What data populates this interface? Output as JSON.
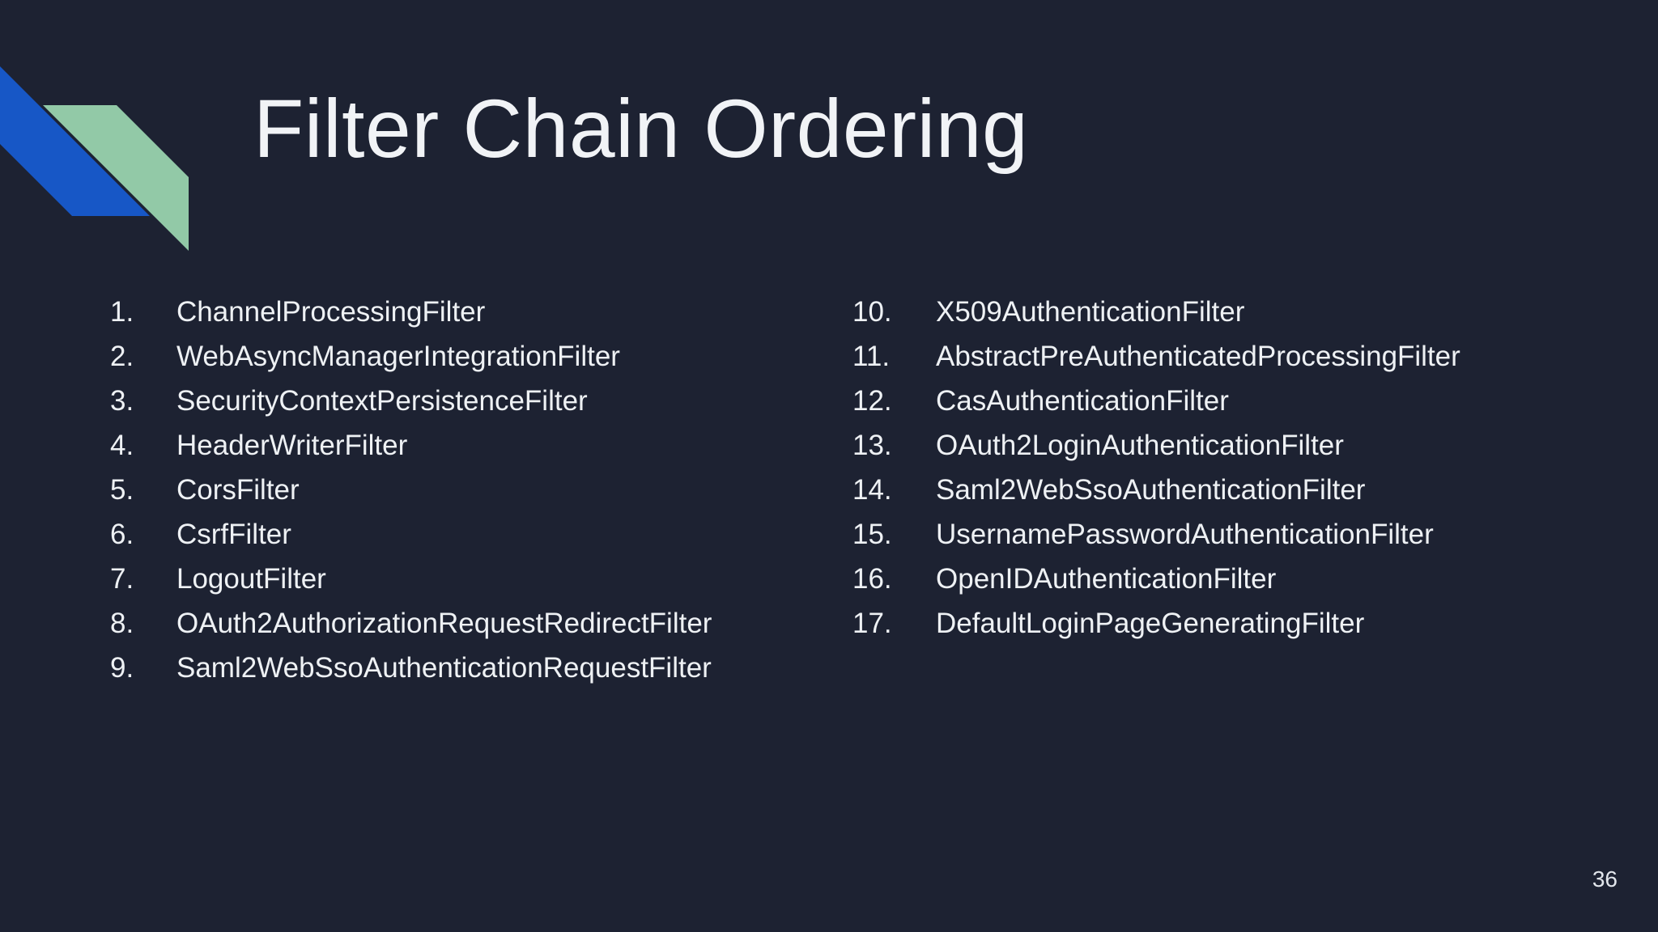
{
  "slide": {
    "title": "Filter Chain Ordering",
    "page_number": "36"
  },
  "colors": {
    "background": "#1d2232",
    "title_text": "#f1f3f6",
    "list_text": "#eef1f4",
    "page_number_text": "#e2e6ec",
    "accent_blue": "#1757c6",
    "accent_green": "#92c9a7"
  },
  "list": {
    "columns": [
      {
        "items": [
          {
            "num": "1.",
            "label": "ChannelProcessingFilter"
          },
          {
            "num": "2.",
            "label": "WebAsyncManagerIntegrationFilter"
          },
          {
            "num": "3.",
            "label": "SecurityContextPersistenceFilter"
          },
          {
            "num": "4.",
            "label": "HeaderWriterFilter"
          },
          {
            "num": "5.",
            "label": "CorsFilter"
          },
          {
            "num": "6.",
            "label": "CsrfFilter"
          },
          {
            "num": "7.",
            "label": "LogoutFilter"
          },
          {
            "num": "8.",
            "label": "OAuth2AuthorizationRequestRedirectFilter"
          },
          {
            "num": "9.",
            "label": "Saml2WebSsoAuthenticationRequestFilter"
          }
        ]
      },
      {
        "items": [
          {
            "num": "10.",
            "label": "X509AuthenticationFilter"
          },
          {
            "num": "11.",
            "label": "AbstractPreAuthenticatedProcessingFilter"
          },
          {
            "num": "12.",
            "label": "CasAuthenticationFilter"
          },
          {
            "num": "13.",
            "label": "OAuth2LoginAuthenticationFilter"
          },
          {
            "num": "14.",
            "label": "Saml2WebSsoAuthenticationFilter"
          },
          {
            "num": "15.",
            "label": "UsernamePasswordAuthenticationFilter"
          },
          {
            "num": "16.",
            "label": "OpenIDAuthenticationFilter"
          },
          {
            "num": "17.",
            "label": "DefaultLoginPageGeneratingFilter"
          }
        ]
      }
    ]
  }
}
